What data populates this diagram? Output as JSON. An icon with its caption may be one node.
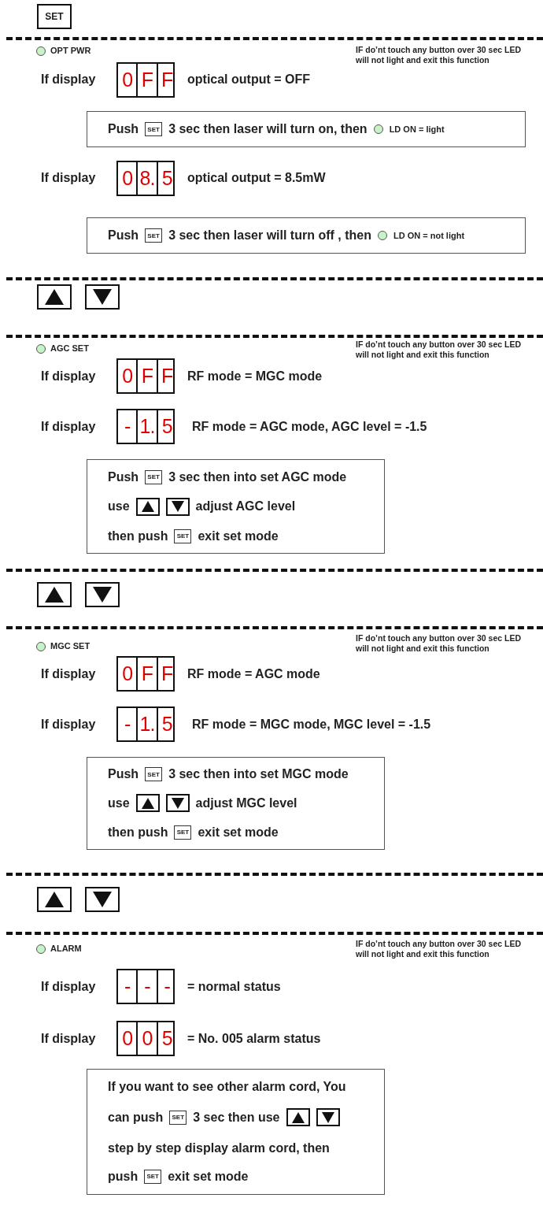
{
  "diagram": {
    "nodes": [
      {
        "text": [
          "SET"
        ]
      },
      {
        "text": [],
        "shape": "circle",
        "beside": [
          "OPT PWR"
        ]
      },
      {
        "text": [
          "0",
          "F",
          "F"
        ]
      },
      {
        "text": [
          "Push",
          "3 sec then laser will turn on, then"
        ]
      },
      {
        "text": [
          "SET"
        ],
        "in": 3
      },
      {
        "text": [],
        "shape": "circle",
        "in": 3,
        "beside": [
          "LD ON = light"
        ]
      },
      {
        "text": [
          "0",
          "8.",
          "5"
        ]
      },
      {
        "text": [
          "Push",
          "3 sec then laser will turn off , then"
        ]
      },
      {
        "text": [
          "SET"
        ],
        "in": 7
      },
      {
        "text": [],
        "shape": "circle",
        "in": 7,
        "beside": [
          "LD ON = not light"
        ]
      },
      {
        "text": [],
        "shape": "box"
      },
      {
        "text": [],
        "shape": "box"
      },
      {
        "text": [],
        "shape": "circle",
        "beside": [
          "AGC SET"
        ]
      },
      {
        "text": [
          "0",
          "F",
          "F"
        ]
      },
      {
        "text": [
          "-",
          "1.",
          "5"
        ]
      },
      {
        "text": [
          "Push",
          "3 sec then into set AGC mode",
          "use",
          "adjust AGC level",
          "then push",
          "exit set mode"
        ]
      },
      {
        "text": [
          "SET"
        ],
        "in": 15
      },
      {
        "text": [],
        "shape": "box",
        "in": 15
      },
      {
        "text": [],
        "shape": "box",
        "in": 15
      },
      {
        "text": [
          "SET"
        ],
        "in": 15
      },
      {
        "text": [],
        "shape": "box"
      },
      {
        "text": [],
        "shape": "box"
      },
      {
        "text": [],
        "shape": "circle",
        "beside": [
          "MGC SET"
        ]
      },
      {
        "text": [
          "0",
          "F",
          "F"
        ]
      },
      {
        "text": [
          "-",
          "1.",
          "5"
        ]
      },
      {
        "text": [
          "Push",
          "3 sec then into set MGC mode",
          "use",
          "adjust MGC level",
          "then push",
          "exit set mode"
        ]
      },
      {
        "text": [
          "SET"
        ],
        "in": 25
      },
      {
        "text": [],
        "shape": "box",
        "in": 25
      },
      {
        "text": [],
        "shape": "box",
        "in": 25
      },
      {
        "text": [
          "SET"
        ],
        "in": 25
      },
      {
        "text": [],
        "shape": "box"
      },
      {
        "text": [],
        "shape": "box"
      },
      {
        "text": [],
        "shape": "circle",
        "beside": [
          "ALARM"
        ]
      },
      {
        "text": [
          "-",
          "-",
          "-"
        ]
      },
      {
        "text": [
          "0",
          "0",
          "5"
        ]
      },
      {
        "text": [
          "If you want to see other alarm cord, You",
          "can push",
          "3 sec then use",
          "step by step display alarm cord, then",
          "push",
          "exit set mode"
        ]
      },
      {
        "text": [
          "SET"
        ],
        "in": 35
      },
      {
        "text": [],
        "shape": "box",
        "in": 35
      },
      {
        "text": [],
        "shape": "box",
        "in": 35
      },
      {
        "text": [
          "SET"
        ],
        "in": 35
      }
    ],
    "labels": [
      "IF do’nt touch any button over 30 sec LED will not light and exit this function",
      "If display",
      "optical output = OFF",
      "If display",
      "optical output = 8.5mW",
      "IF do’nt touch any button over 30 sec LED will not light and exit this function",
      "If display",
      "RF mode = MGC mode",
      "If display",
      "RF mode = AGC mode, AGC level = -1.5",
      "IF do’nt touch any button over 30 sec LED will not light and exit this function",
      "If display",
      "RF mode = AGC mode",
      "If display",
      "RF mode = MGC mode, MGC level = -1.5",
      "IF do’nt touch any button over 30 sec LED will not light and exit this function",
      "If display",
      "= normal status",
      "If display",
      "= No. 005 alarm status"
    ]
  }
}
